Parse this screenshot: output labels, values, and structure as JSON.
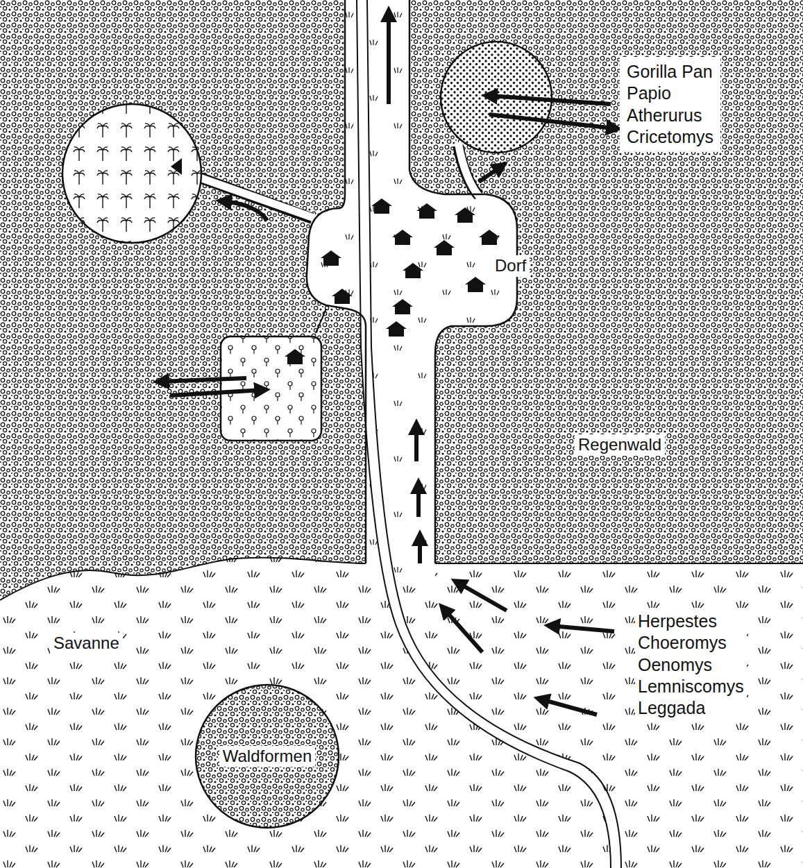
{
  "diagram": {
    "nodes": [
      {
        "text": [
          "Regenwald"
        ]
      },
      {
        "text": [
          "Dorf"
        ],
        "in": 0
      },
      {
        "text": [
          "Gorilla Pan Papio Atherurus Cricetomys"
        ],
        "in": 0
      },
      {
        "text": [
          "Savanne"
        ]
      },
      {
        "text": [
          "Waldformen"
        ],
        "in": 3
      }
    ],
    "labels": [
      "Herpestes Choeromys Oenomys Lemniscomys Leggada"
    ]
  }
}
